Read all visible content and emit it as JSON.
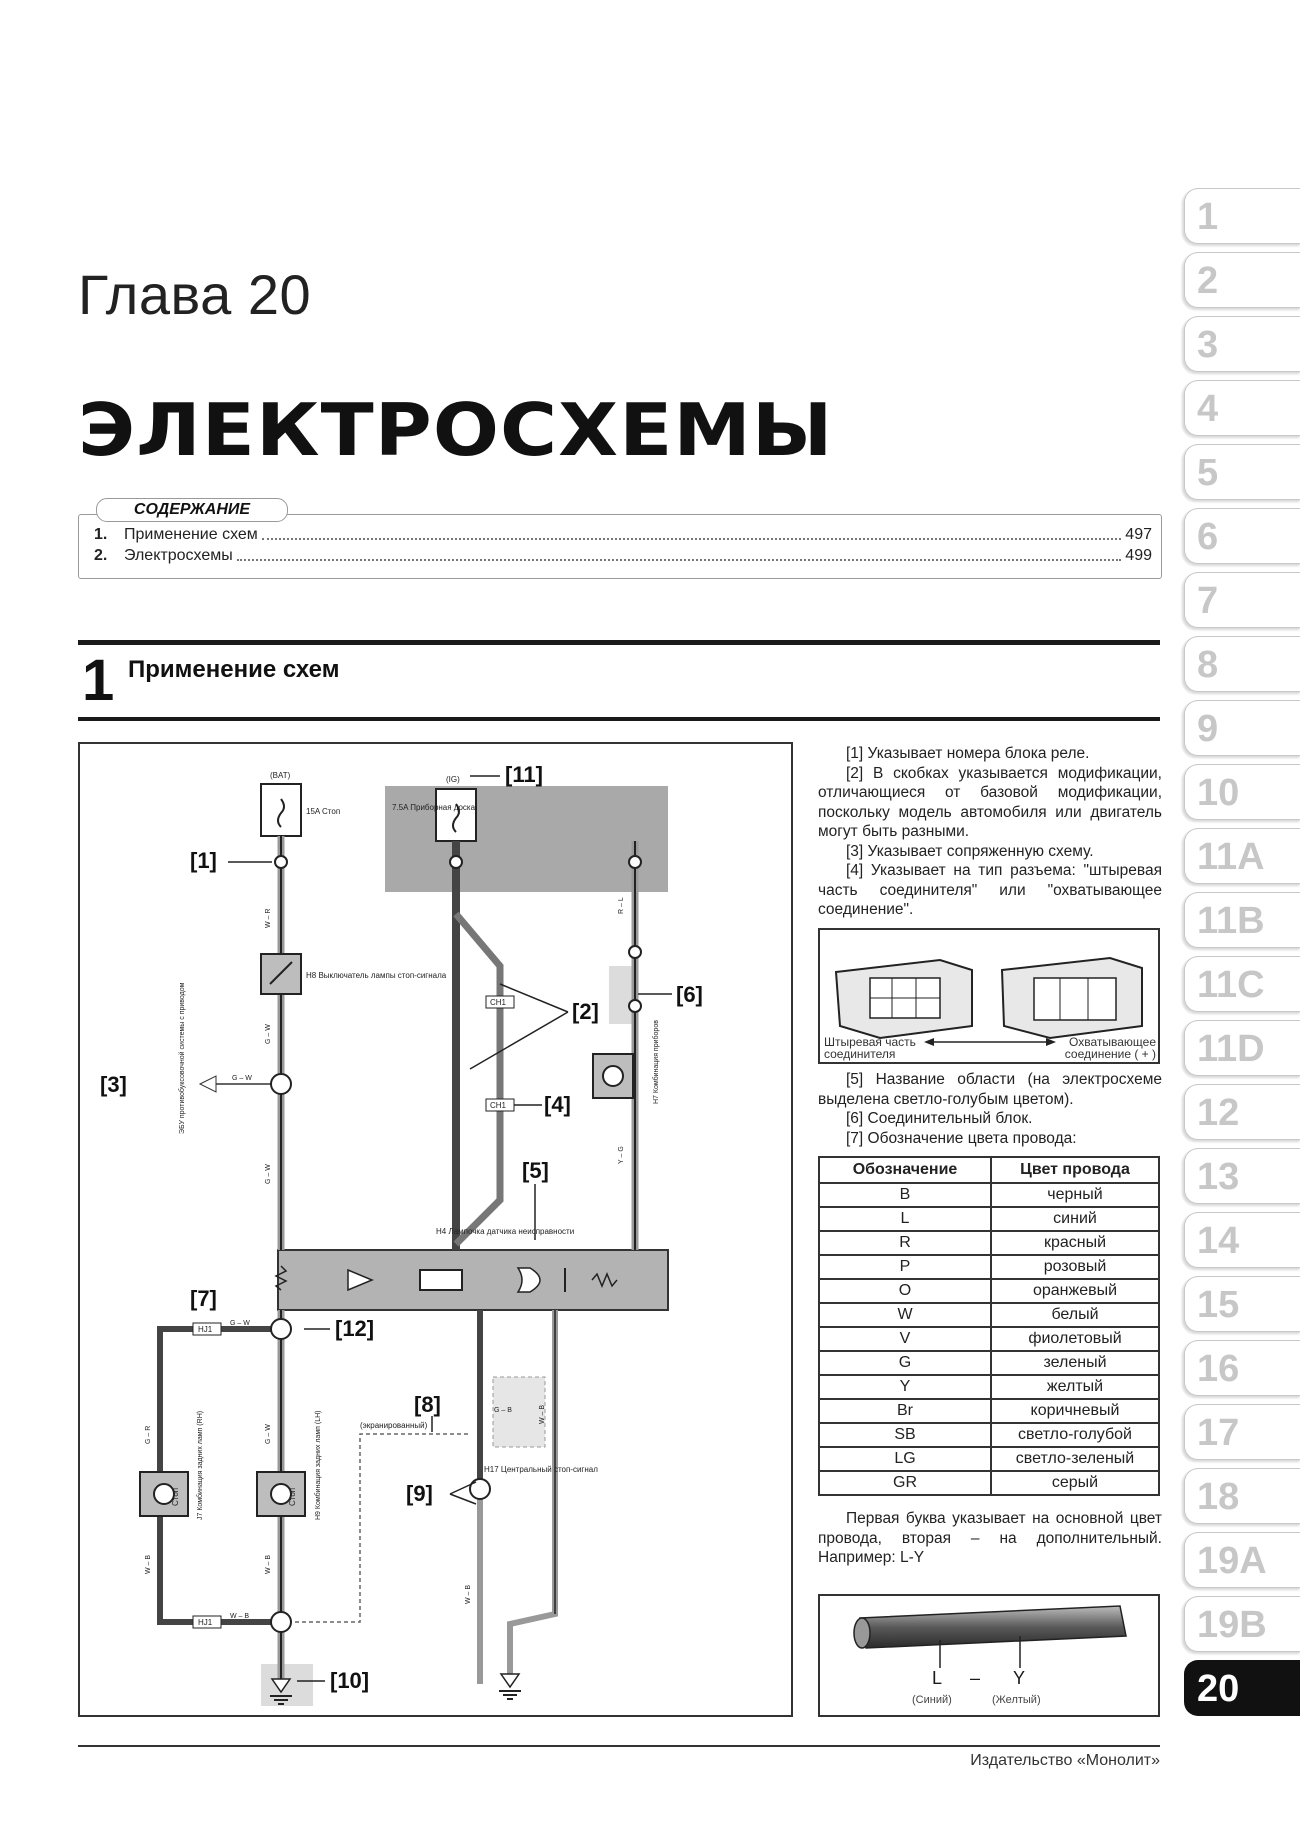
{
  "header": {
    "chapter_label": "Глава 20",
    "chapter_title": "ЭЛЕКТРОСХЕМЫ"
  },
  "toc": {
    "heading": "СОДЕРЖАНИЕ",
    "items": [
      {
        "num": "1.",
        "title": "Применение схем",
        "page": "497"
      },
      {
        "num": "2.",
        "title": "Электросхемы",
        "page": "499"
      }
    ]
  },
  "section": {
    "number": "1",
    "title": "Применение схем"
  },
  "tabs": [
    "1",
    "2",
    "3",
    "4",
    "5",
    "6",
    "7",
    "8",
    "9",
    "10",
    "11A",
    "11B",
    "11C",
    "11D",
    "12",
    "13",
    "14",
    "15",
    "16",
    "17",
    "18",
    "19A",
    "19B",
    "20"
  ],
  "active_tab": "20",
  "notes": {
    "top": [
      "[1] Указывает номера блока реле.",
      "[2] В скобках указывается модификации, отличающиеся от базовой модификации, поскольку модель автомобиля или двигатель могут быть разными.",
      "[3] Указывает сопряженную схему.",
      "[4] Указывает на тип разъема: \"штыревая часть соединителя\" или \"охватывающее соединение\"."
    ],
    "middle": [
      "[5] Название области (на электросхеме выделена светло-голубым цветом).",
      "[6] Соединительный блок.",
      "[7] Обозначение цвета провода:"
    ],
    "bottom": "Первая буква указывает на основной цвет провода, вторая – на дополнительный. Например: L-Y"
  },
  "connector": {
    "left_label": "Штыревая часть соединителя",
    "right_label": "Охватывающее соединение ( + )"
  },
  "color_table": {
    "headers": [
      "Обозначение",
      "Цвет провода"
    ],
    "rows": [
      [
        "B",
        "черный"
      ],
      [
        "L",
        "синий"
      ],
      [
        "R",
        "красный"
      ],
      [
        "P",
        "розовый"
      ],
      [
        "O",
        "оранжевый"
      ],
      [
        "W",
        "белый"
      ],
      [
        "V",
        "фиолетовый"
      ],
      [
        "G",
        "зеленый"
      ],
      [
        "Y",
        "желтый"
      ],
      [
        "Br",
        "коричневый"
      ],
      [
        "SB",
        "светло-голубой"
      ],
      [
        "LG",
        "светло-зеленый"
      ],
      [
        "GR",
        "серый"
      ]
    ]
  },
  "wire_example": {
    "left": "L",
    "dash": "–",
    "right": "Y",
    "left_sub": "(Синий)",
    "right_sub": "(Желтый)"
  },
  "diagram": {
    "callouts": [
      "[1]",
      "[2]",
      "[3]",
      "[4]",
      "[5]",
      "[6]",
      "[7]",
      "[8]",
      "[9]",
      "[10]",
      "[11]",
      "[12]"
    ],
    "bat": "(BAT)",
    "ig": "(IG)",
    "fuse_stop": "15A Стоп",
    "fuse_panel": "7.5A Приборная доска",
    "switch_label": "H8 Выключатель лампы стоп-сигнала",
    "cluster_label": "H7 Комбинация приборов",
    "lamp_label": "H4 Лампочка датчика неисправности",
    "system_label": "ЭБУ противобуксовочной системы с приводом",
    "rh_label": "J7 Комбинация задних ламп (RH)",
    "lh_label": "H9 Комбинация задних ламп (LH)",
    "center_label": "H17 Центральный стоп-сигнал",
    "shield": "(экранированный)",
    "stop": "Стоп",
    "conn_hj1": "HJ1",
    "conn_ch1": "CH1",
    "wires": {
      "wr": "W – R",
      "gw": "G – W",
      "rl": "R – L",
      "yg": "Y – G",
      "gr": "G – R",
      "wb": "W – B",
      "gb": "G – B"
    }
  },
  "footer": "Издательство «Монолит»"
}
